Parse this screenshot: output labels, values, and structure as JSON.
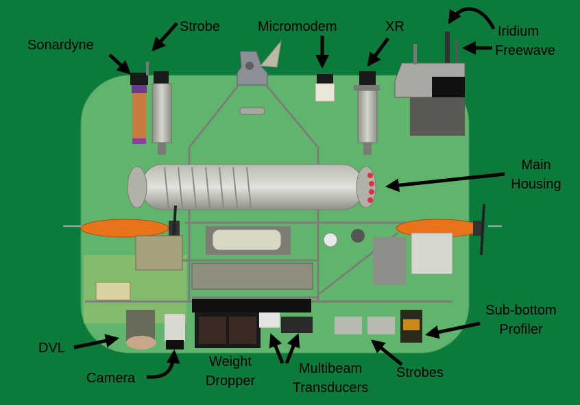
{
  "labels": {
    "strobe": "Strobe",
    "micromodem": "Micromodem",
    "xr": "XR",
    "iridium": "Iridium",
    "freewave": "Freewave",
    "sonardyne": "Sonardyne",
    "main_housing_line1": "Main",
    "main_housing_line2": "Housing",
    "sub_bottom_line1": "Sub-bottom",
    "sub_bottom_line2": "Profiler",
    "dvl": "DVL",
    "camera": "Camera",
    "weight_dropper_line1": "Weight",
    "weight_dropper_line2": "Dropper",
    "multibeam_line1": "Multibeam",
    "multibeam_line2": "Transducers",
    "strobes": "Strobes"
  },
  "colors": {
    "background": "#0b7a3a",
    "hull": "#5fb56b",
    "arrow": "#000000",
    "thruster": "#e8731a"
  }
}
